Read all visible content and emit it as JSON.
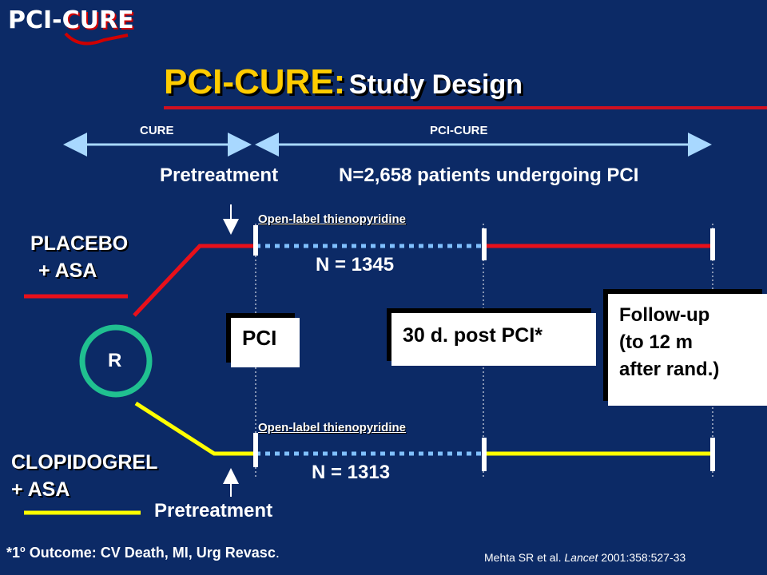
{
  "logo": {
    "pci": "PCI-",
    "cure": "CURE"
  },
  "title": {
    "main": "PCI-CURE:",
    "sub": "Study Design"
  },
  "timeline": {
    "cure_label": "CURE",
    "pci_cure_label": "PCI-CURE"
  },
  "header_line": {
    "pretreatment": "Pretreatment",
    "population": "N=2,658 patients undergoing PCI"
  },
  "placebo_arm": {
    "line1": "PLACEBO",
    "line2": "+ ASA",
    "open_label": "Open-label thienopyridine",
    "n": "N = 1345",
    "color": "#e8101a"
  },
  "clopidogrel_arm": {
    "line1": "CLOPIDOGREL",
    "line2": "+ ASA",
    "open_label": "Open-label thienopyridine",
    "n": "N = 1313",
    "color": "#ffff00"
  },
  "randomization": {
    "label": "R",
    "color": "#20c090"
  },
  "boxes": {
    "pci": "PCI",
    "post_pci": "30 d. post PCI*",
    "followup": [
      "Follow-up",
      "(to 12 m",
      "after rand.)"
    ]
  },
  "pretreatment_bottom": "Pretreatment",
  "footnote": {
    "prefix": "*1",
    "sup": "o",
    "text": " Outcome: CV Death, MI, Urg Revasc",
    "end": "."
  },
  "reference": {
    "authors": "Mehta SR et al. ",
    "journal": "Lancet",
    "cite": " 2001:358:527-33"
  },
  "colors": {
    "background": "#0c2a66",
    "title_yellow": "#ffcc00",
    "arrow_blue": "#a8d8ff",
    "dotted_blue": "#80c0ff"
  }
}
